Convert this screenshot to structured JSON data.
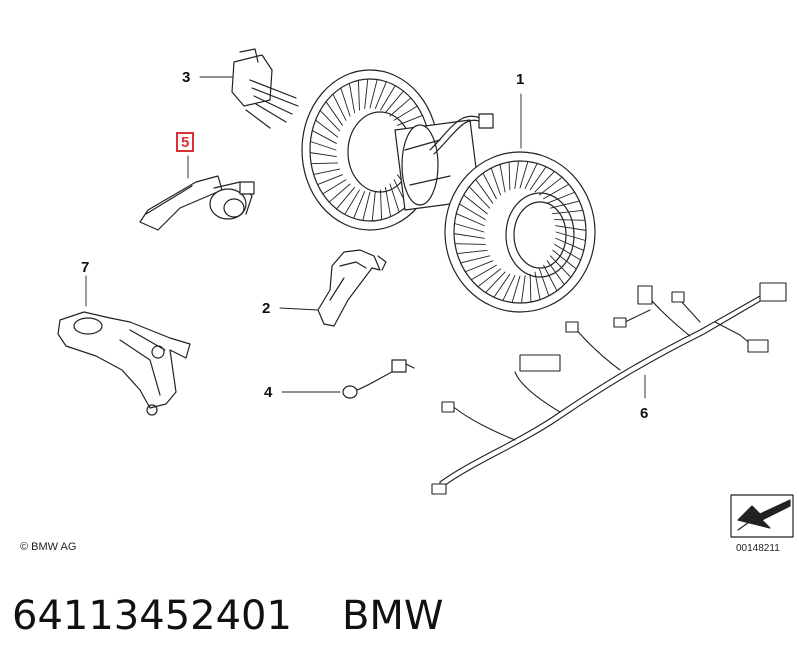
{
  "diagram": {
    "callouts": [
      {
        "id": "1",
        "label": "1",
        "highlighted": false
      },
      {
        "id": "2",
        "label": "2",
        "highlighted": false
      },
      {
        "id": "3",
        "label": "3",
        "highlighted": false
      },
      {
        "id": "4",
        "label": "4",
        "highlighted": false
      },
      {
        "id": "5",
        "label": "5",
        "highlighted": true
      },
      {
        "id": "6",
        "label": "6",
        "highlighted": false
      },
      {
        "id": "7",
        "label": "7",
        "highlighted": false
      }
    ],
    "copyright": "© BMW AG",
    "drawing_id": "00148211",
    "highlight_color": "#d9303a"
  },
  "footer": {
    "part_number": "64113452401",
    "brand": "BMW"
  }
}
